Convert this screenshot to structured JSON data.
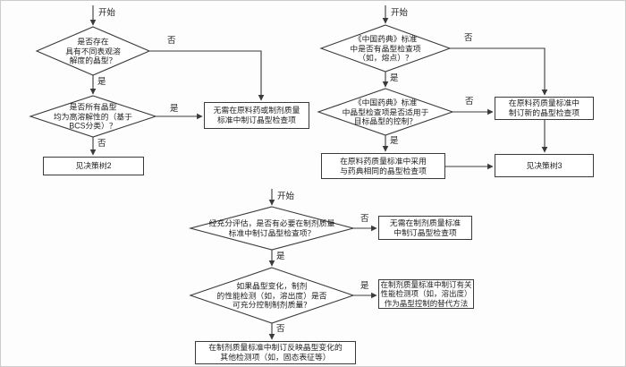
{
  "colors": {
    "line": "#3a3a3a",
    "text": "#1f1f1f",
    "background": "#fdfdfd",
    "frame": "#cccccc"
  },
  "tree1": {
    "start_label": "开始",
    "decision1": "是否存在\n具有不同表观溶\n解度的晶型？",
    "decision1_no": "否",
    "decision1_yes": "是",
    "decision2": "是否所有晶型\n均为高溶解性的（基于\nBCS分类）？",
    "decision2_yes": "是",
    "decision2_no": "否",
    "box_no_need": "无需在原料药或制剂质量\n标准中制订晶型检查项",
    "box_see_tree2": "见决策树2"
  },
  "tree2": {
    "start_label": "开始",
    "decision1": "《中国药典》标准\n中是否有晶型检查项\n（如，熔点）？",
    "decision1_no": "否",
    "decision1_yes": "是",
    "decision2": "《中国药典》标准\n中晶型检查项是否适用于\n目标晶型的控制？",
    "decision2_no": "否",
    "decision2_yes": "是",
    "box_new_item": "在原料药质量标准中\n制订新的晶型检查项",
    "box_same_item": "在原料药质量标准中采用\n与药典相同的晶型检查项",
    "box_see_tree3": "见决策树3"
  },
  "tree3": {
    "start_label": "开始",
    "decision1": "经充分评估，是否有必要在制剂质量\n标准中制订晶型检查项？",
    "decision1_no": "否",
    "decision1_yes": "是",
    "decision2": "如果晶型变化，制剂\n的性能检测（如，溶出度）是否\n可充分控制制剂质量？",
    "decision2_yes": "是",
    "decision2_no": "否",
    "box_no_need": "无需在制剂质量标准\n中制订晶型检查项",
    "box_alternative": "在制剂质量标准中制订有关\n性能检测项（如，溶出度）\n作为晶型控制的替代方法",
    "box_other_tests": "在制剂质量标准中制订反映晶型变化的\n其他检测项（如，固态表征等）"
  }
}
